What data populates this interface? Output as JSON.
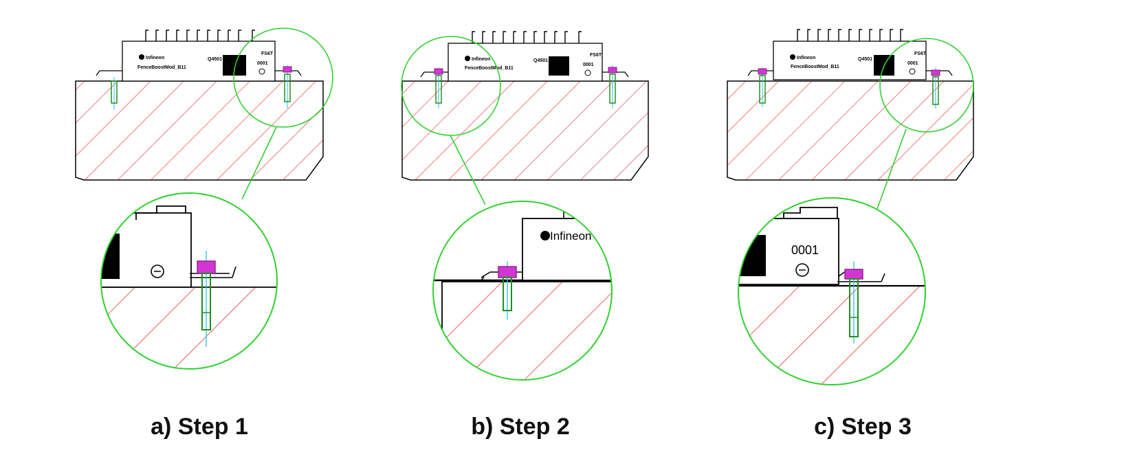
{
  "steps": [
    {
      "caption": "a) Step 1",
      "labels": {
        "brand": "Infineon",
        "part": "FenceBoostMod_B11",
        "code": "Q4501",
        "module": "FS6T",
        "serial": "0001"
      },
      "zoom_labels": {
        "brand": "",
        "serial": ""
      }
    },
    {
      "caption": "b) Step 2",
      "labels": {
        "brand": "Infineon",
        "part": "FenceBoostMod_B11",
        "code": "Q4501",
        "module": "FS6T",
        "serial": "0001"
      },
      "zoom_labels": {
        "brand": "Infineon",
        "serial": ""
      }
    },
    {
      "caption": "c) Step 3",
      "labels": {
        "brand": "Infineon",
        "part": "FenceBoostMod_B11",
        "code": "Q4501",
        "module": "FS6T",
        "serial": "0001"
      },
      "zoom_labels": {
        "brand": "",
        "serial": "0001"
      }
    }
  ],
  "colors": {
    "hatch": "#ef5a5a",
    "callout": "#2fd12f",
    "screw": "#1f8f1f",
    "screw_head": "#d236d2",
    "axis": "#22c6e6",
    "outline": "#000000"
  }
}
